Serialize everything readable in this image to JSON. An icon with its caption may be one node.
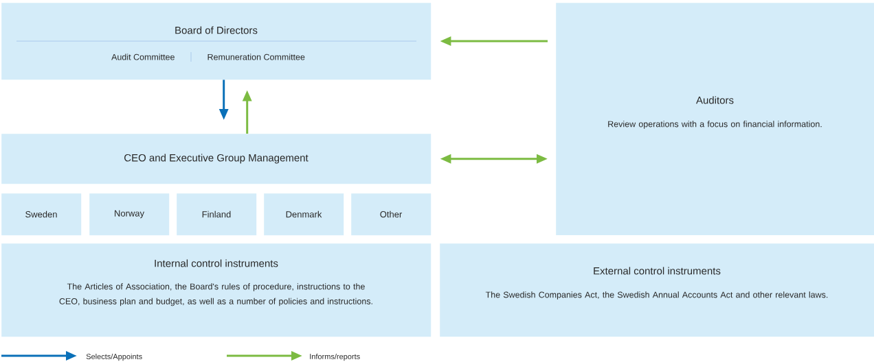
{
  "diagram": {
    "nodes": [
      {
        "text": [
          "Board of Directors",
          "Audit Committee",
          "Remuneration Committee"
        ]
      },
      {
        "text": [
          "Auditors",
          "Review operations with a focus on financial information."
        ]
      },
      {
        "text": [
          "CEO and Executive Group Management"
        ]
      },
      {
        "text": [
          "Sweden"
        ]
      },
      {
        "text": [
          "Norway"
        ]
      },
      {
        "text": [
          "Finland"
        ]
      },
      {
        "text": [
          "Denmark"
        ]
      },
      {
        "text": [
          "Other"
        ]
      },
      {
        "text": [
          "Internal control instruments",
          "The Articles of Association, the Board's rules of procedure, instructions to the CEO, business plan and budget, as well as a number of policies and instructions."
        ]
      },
      {
        "text": [
          "External control instruments",
          "The Swedish Companies Act, the Swedish Annual Accounts Act and other relevant laws."
        ]
      }
    ],
    "edges": [
      {
        "from": 0,
        "to": 2,
        "arrow": "to",
        "color": "#0a70b8"
      },
      {
        "from": 2,
        "to": 0,
        "arrow": "to"
      },
      {
        "from": 1,
        "to": 0,
        "arrow": "to"
      },
      {
        "from": 2,
        "to": 1,
        "arrow": "both"
      }
    ],
    "legend": [
      {
        "text": "Selects/Appoints"
      },
      {
        "text": "Informs/reports"
      }
    ]
  }
}
